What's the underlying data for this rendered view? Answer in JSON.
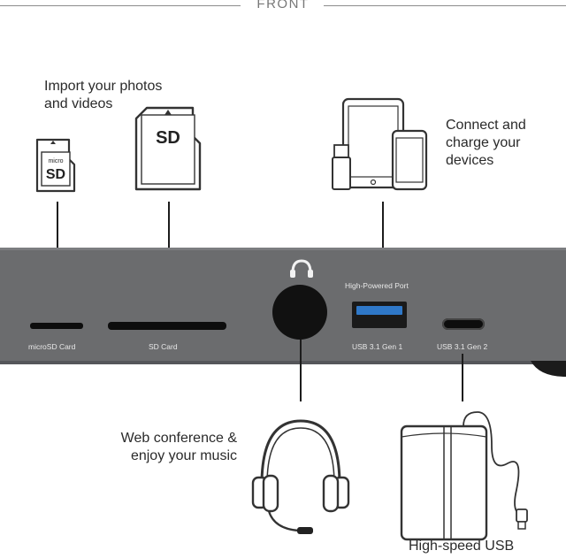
{
  "section_title": "FRONT",
  "captions": {
    "import": [
      "Import your photos",
      "and videos"
    ],
    "connect": [
      "Connect and",
      "charge your",
      "devices"
    ],
    "web": [
      "Web conference &",
      "enjoy your music"
    ],
    "highspeed": "High-speed USB"
  },
  "card_labels": {
    "microsd_top": "micro",
    "microsd_main": "SD",
    "sd_main": "SD"
  },
  "ports": {
    "microsd": "microSD Card",
    "sd": "SD Card",
    "high_powered": "High-Powered Port",
    "usb_gen1": "USB 3.1 Gen 1",
    "usb_gen2": "USB 3.1 Gen 2"
  },
  "colors": {
    "dock": "#6b6c6e",
    "dock_edge": "#55565a",
    "usb_a": "#2f78c8",
    "line": "#1c1c1c"
  }
}
